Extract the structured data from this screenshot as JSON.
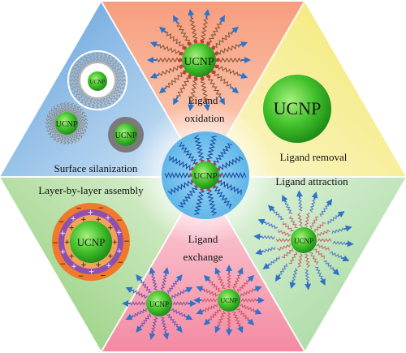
{
  "core_label": "UCNP",
  "sections": {
    "top": {
      "label_line1": "Ligand",
      "label_line2": "oxidation"
    },
    "top_right": {
      "label": "Ligand removal"
    },
    "bottom_right": {
      "label": "Ligand attraction"
    },
    "bottom": {
      "label_line1": "Ligand",
      "label_line2": "exchange"
    },
    "bottom_left": {
      "label": "Layer-by-layer assembly"
    },
    "top_left": {
      "label": "Surface silanization"
    }
  },
  "colors": {
    "top": "#f4a784",
    "top_right": "#f7ef9a",
    "bottom_right": "#b7dfb4",
    "bottom": "#f4a6b6",
    "bottom_left": "#a8d89a",
    "top_left": "#7fb4e0",
    "center_glow": "#eaf3fb",
    "nanoparticle": "#3fbf2a",
    "ligand_blue": "#2e73c8",
    "ligand_red": "#c83a3a"
  }
}
